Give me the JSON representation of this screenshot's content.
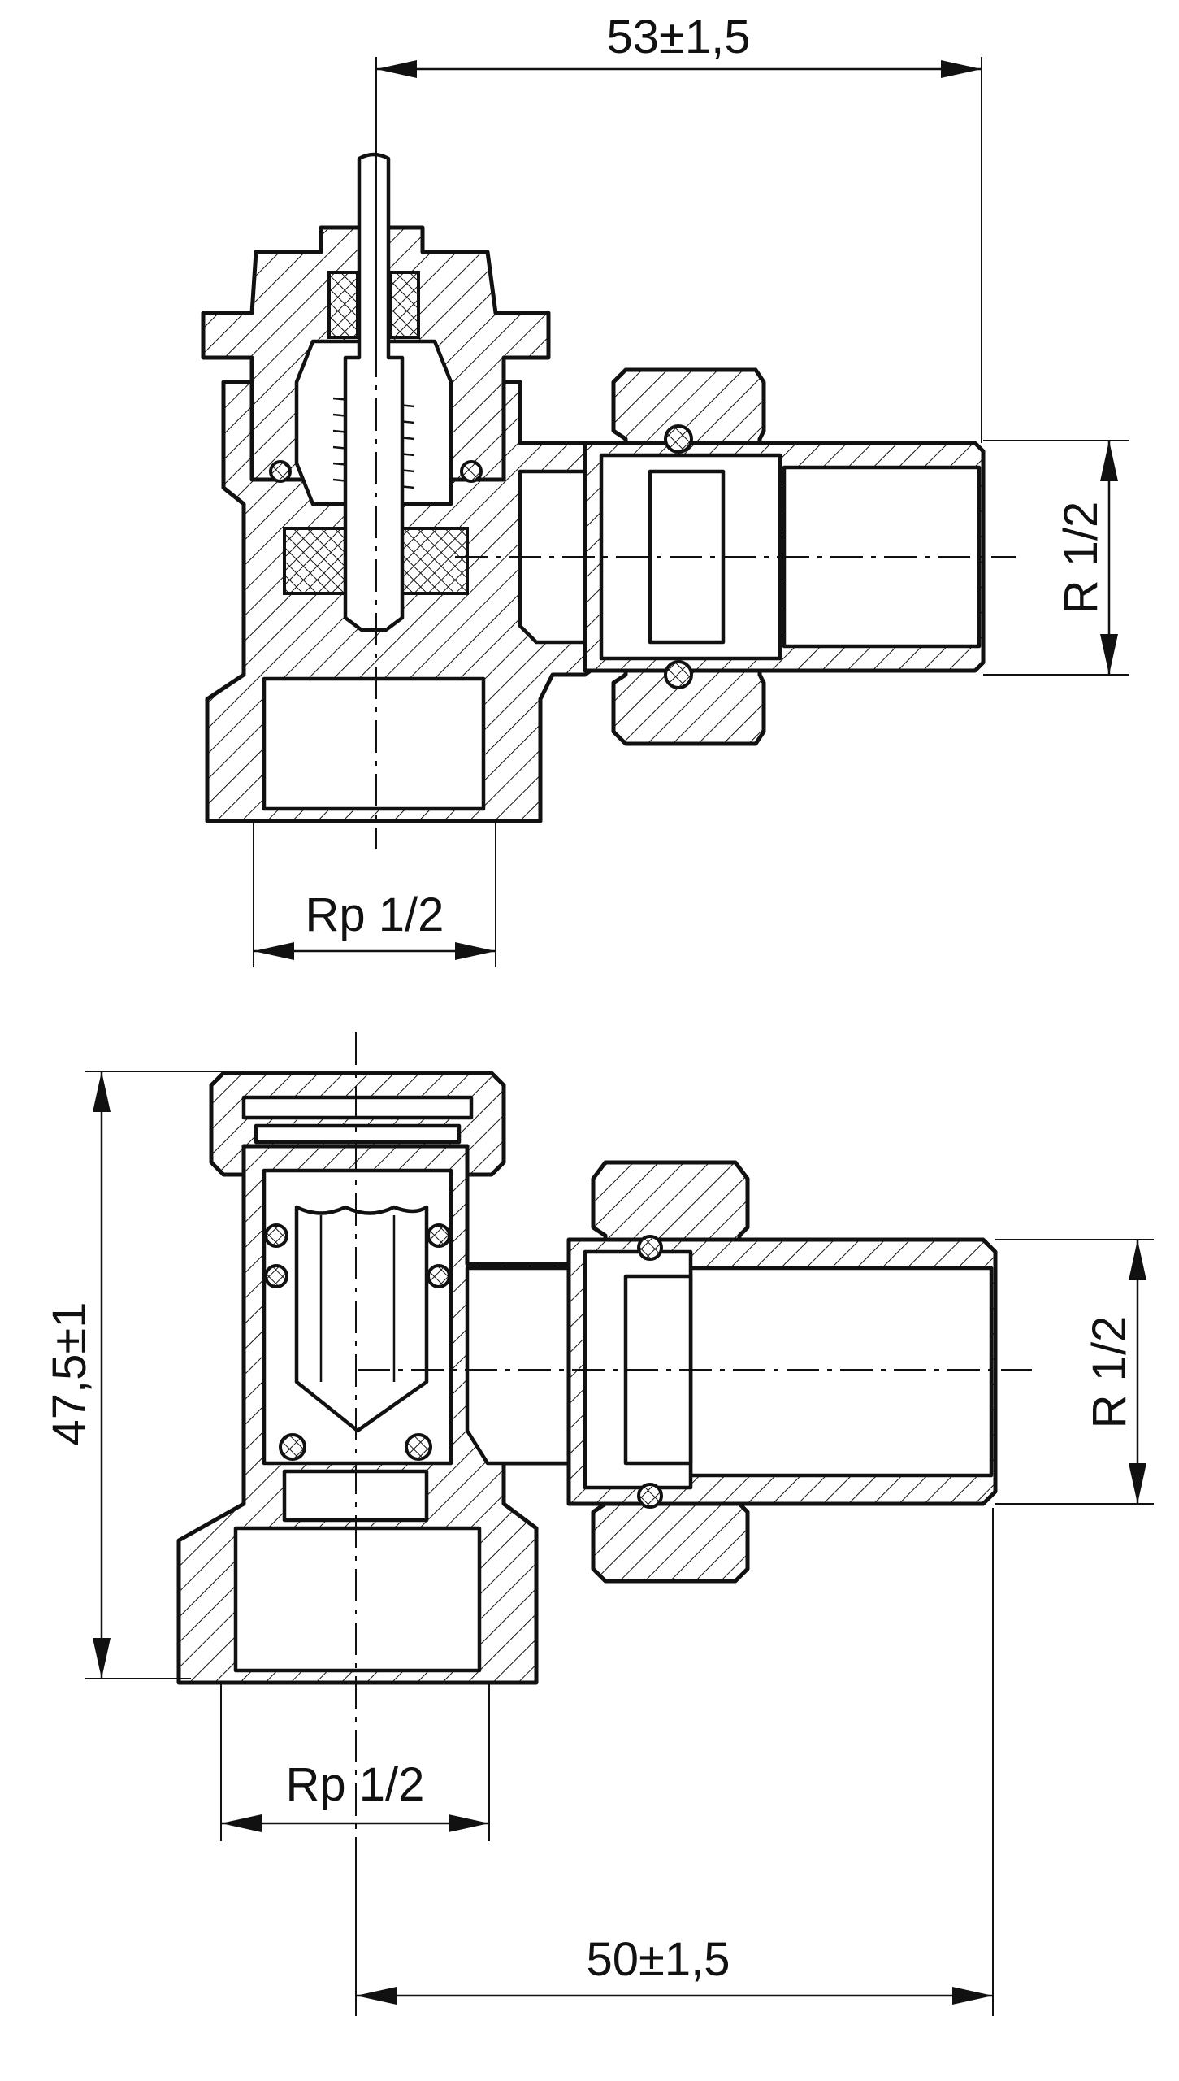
{
  "dimensions": {
    "top_overall_width": "53±1,5",
    "top_thread_right": "R 1/2",
    "top_thread_bottom": "Rp 1/2",
    "bottom_height": "47,5±1",
    "bottom_thread_right": "R 1/2",
    "bottom_thread_bottom": "Rp 1/2",
    "bottom_overall_width": "50±1,5"
  },
  "colors": {
    "line": "#111111",
    "background": "#ffffff"
  }
}
